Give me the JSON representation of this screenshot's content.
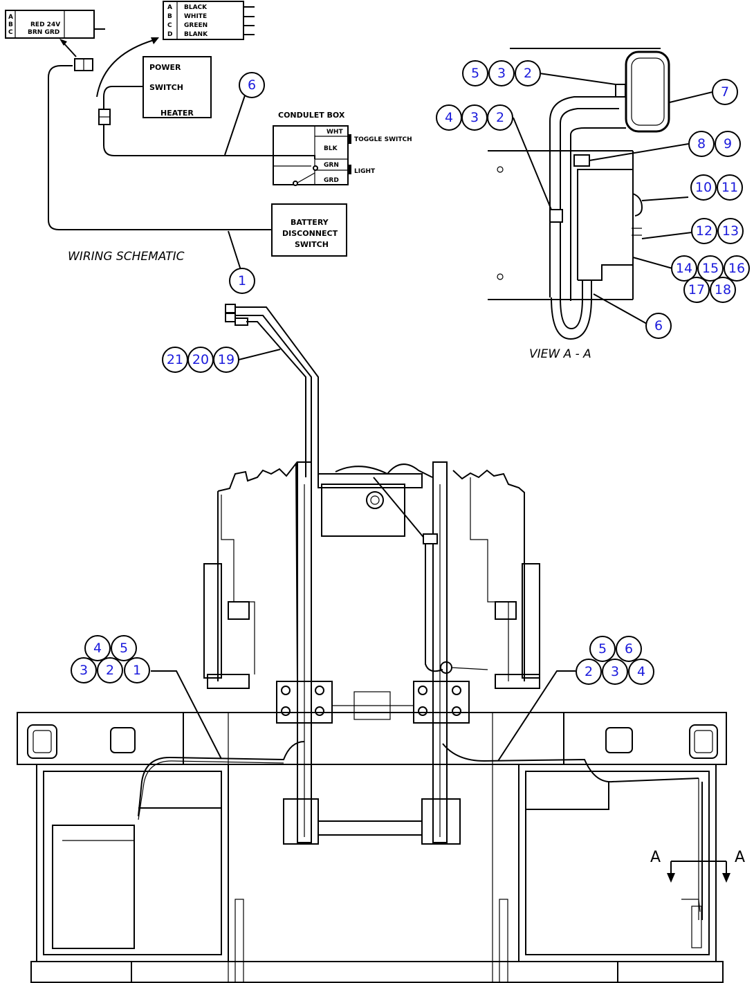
{
  "connector_left": {
    "pins": [
      "A",
      "B",
      "C"
    ],
    "lines": [
      "RED 24V",
      "BRN GRD"
    ]
  },
  "connector_right": {
    "pins": [
      "A",
      "B",
      "C",
      "D"
    ],
    "colors": [
      "BLACK",
      "WHITE",
      "GREEN",
      "BLANK"
    ]
  },
  "heater_box": {
    "line1": "POWER",
    "line2": "SWITCH",
    "line3": "HEATER"
  },
  "conduit_box": {
    "title": "CONDULET BOX",
    "terms": [
      "WHT",
      "BLK",
      "GRN",
      "GRD"
    ],
    "toggle": "TOGGLE SWITCH",
    "light": "LIGHT"
  },
  "battery_box": {
    "line1": "BATTERY",
    "line2": "DISCONNECT",
    "line3": "SWITCH"
  },
  "labels": {
    "wiring_schematic": "WIRING SCHEMATIC",
    "view": "VIEW A - A",
    "section_left": "A",
    "section_right": "A"
  },
  "balloons": {
    "sch_6": "6",
    "sch_1": "1",
    "v_5": "5",
    "v_3a": "3",
    "v_2a": "2",
    "v_4": "4",
    "v_3b": "3",
    "v_2b": "2",
    "v_7": "7",
    "v_8": "8",
    "v_9": "9",
    "v_10": "10",
    "v_11": "11",
    "v_12": "12",
    "v_13": "13",
    "v_14": "14",
    "v_15": "15",
    "v_16": "16",
    "v_17": "17",
    "v_18": "18",
    "v_6": "6",
    "h_21": "21",
    "h_20": "20",
    "h_19": "19",
    "l_4": "4",
    "l_5": "5",
    "l_3": "3",
    "l_2": "2",
    "l_1": "1",
    "r_5": "5",
    "r_6": "6",
    "r_2": "2",
    "r_3": "3",
    "r_4": "4"
  }
}
